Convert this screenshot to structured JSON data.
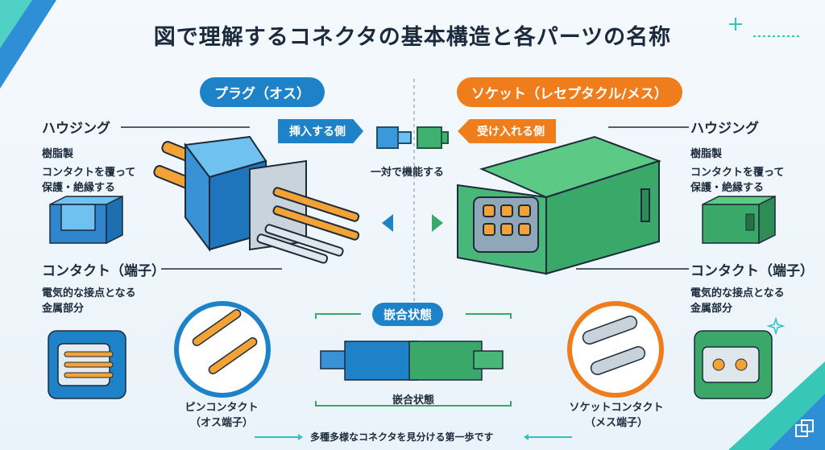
{
  "title": "図で理解するコネクタの基本構造と各パーツの名称",
  "plug": {
    "label": "プラグ（オス）",
    "arrow_label": "挿入する側"
  },
  "socket": {
    "label": "ソケット（レセプタクル/メス）",
    "arrow_label": "受け入れる側"
  },
  "pair_text": "一対で機能する",
  "left": {
    "housing_title": "ハウジング",
    "housing_desc": [
      "樹脂製",
      "コンタクトを覆って",
      "保護・絶縁する"
    ],
    "contact_title": "コンタクト（端子）",
    "contact_desc": [
      "電気的な接点となる",
      "金属部分"
    ],
    "pin_caption": [
      "ピンコンタクト",
      "（オス端子）"
    ]
  },
  "right": {
    "housing_title": "ハウジング",
    "housing_desc": [
      "樹脂製",
      "コンタクトを覆って",
      "保護・絶縁する"
    ],
    "contact_title": "コンタクト（端子）",
    "contact_desc": [
      "電気的な接点となる",
      "金属部分"
    ],
    "socket_caption": [
      "ソケットコンタクト",
      "（メス端子）"
    ]
  },
  "mated": {
    "pill": "嵌合状態",
    "caption": "嵌合状態"
  },
  "footer": "多種多様なコネクタを見分ける第一歩です",
  "colors": {
    "blue": "#1e82c8",
    "orange": "#f07d1c",
    "green": "#3aa869",
    "accent_teal": "#2cc4c4"
  }
}
